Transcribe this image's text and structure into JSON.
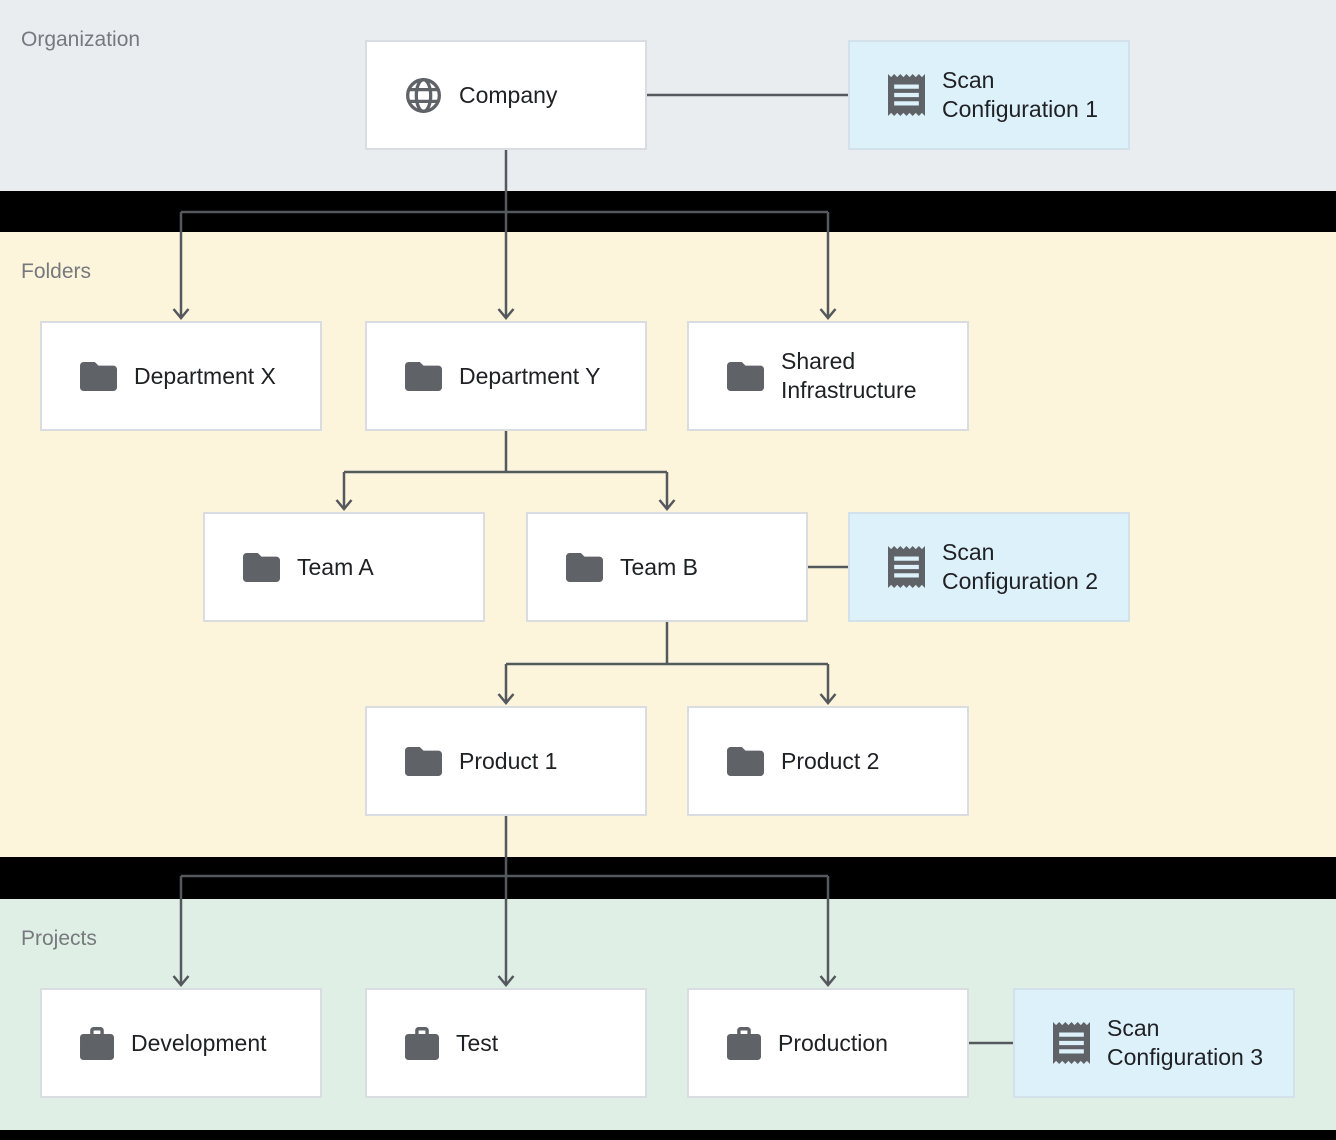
{
  "sections": {
    "organization": {
      "label": "Organization"
    },
    "folders": {
      "label": "Folders"
    },
    "projects": {
      "label": "Projects"
    }
  },
  "nodes": {
    "company": {
      "label": "Company",
      "icon": "globe-icon"
    },
    "scan_config_1": {
      "label": "Scan\nConfiguration 1",
      "icon": "receipt-icon"
    },
    "department_x": {
      "label": "Department X",
      "icon": "folder-icon"
    },
    "department_y": {
      "label": "Department Y",
      "icon": "folder-icon"
    },
    "shared_infrastructure": {
      "label": "Shared\nInfrastructure",
      "icon": "folder-icon"
    },
    "team_a": {
      "label": "Team A",
      "icon": "folder-icon"
    },
    "team_b": {
      "label": "Team B",
      "icon": "folder-icon"
    },
    "scan_config_2": {
      "label": "Scan\nConfiguration 2",
      "icon": "receipt-icon"
    },
    "product_1": {
      "label": "Product 1",
      "icon": "folder-icon"
    },
    "product_2": {
      "label": "Product 2",
      "icon": "folder-icon"
    },
    "development": {
      "label": "Development",
      "icon": "briefcase-icon"
    },
    "test": {
      "label": "Test",
      "icon": "briefcase-icon"
    },
    "production": {
      "label": "Production",
      "icon": "briefcase-icon"
    },
    "scan_config_3": {
      "label": "Scan\nConfiguration 3",
      "icon": "receipt-icon"
    }
  },
  "colors": {
    "page_bg": "#000000",
    "organization_band_bg": "#e9edf0",
    "folders_band_bg": "#fcf5dc",
    "projects_band_bg": "#e0efe6",
    "node_bg": "#ffffff",
    "scan_node_bg": "#ddf1fb",
    "node_border": "#d9dce0",
    "connector_line": "#55585c",
    "icon_color": "#5f6368",
    "node_label_color": "#202124",
    "section_label_color": "#76797d"
  }
}
